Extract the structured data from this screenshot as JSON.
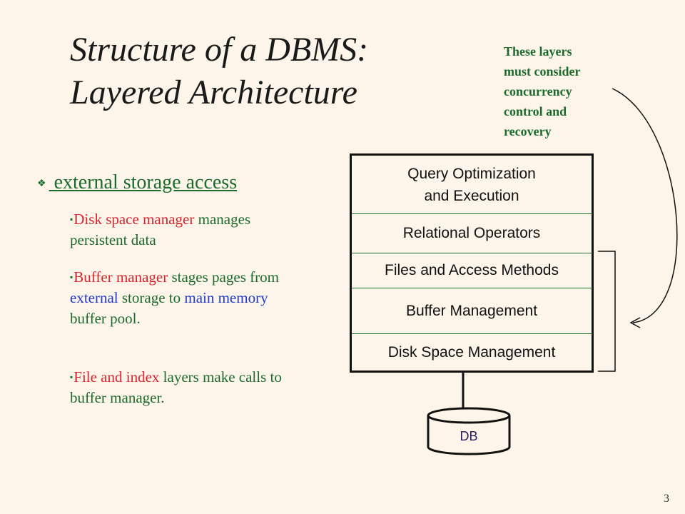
{
  "title": {
    "line1": "Structure of a DBMS:",
    "line2": "Layered Architecture"
  },
  "note": {
    "lines": [
      "These layers",
      "must consider",
      "concurrency",
      "control and",
      "recovery"
    ]
  },
  "bullet": {
    "heading": " external storage access",
    "items": [
      {
        "parts": [
          {
            "text": "Disk space manager",
            "color": "red"
          },
          {
            "text": " manages persistent data",
            "color": "green"
          }
        ]
      },
      {
        "parts": [
          {
            "text": "Buffer manager",
            "color": "red"
          },
          {
            "text": " stages pages from ",
            "color": "green"
          },
          {
            "text": "external",
            "color": "blue"
          },
          {
            "text": " storage to ",
            "color": "green"
          },
          {
            "text": "main memory",
            "color": "blue"
          },
          {
            "text": " buffer pool.",
            "color": "green"
          }
        ]
      },
      {
        "parts": [
          {
            "text": "File and index",
            "color": "red"
          },
          {
            "text": " layers make calls to buffer manager.",
            "color": "green"
          }
        ]
      }
    ]
  },
  "layers": [
    {
      "label_line1": "Query Optimization",
      "label_line2": "and Execution"
    },
    {
      "label_line1": "Relational Operators"
    },
    {
      "label_line1": "Files and Access Methods"
    },
    {
      "label_line1": "Buffer Management"
    },
    {
      "label_line1": "Disk Space Management"
    }
  ],
  "db_label": "DB",
  "page_number": "3",
  "colors": {
    "background": "#fdf5e9",
    "green": "#1c6b2e",
    "red": "#d9242f",
    "blue": "#1f39c9"
  }
}
